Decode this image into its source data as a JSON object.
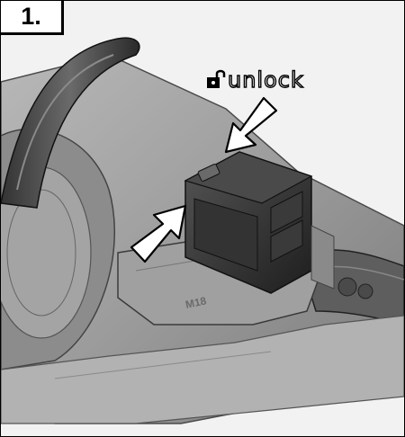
{
  "step": {
    "number_label": "1."
  },
  "callout": {
    "text": "unlock",
    "icon": "padlock-icon"
  },
  "device": {
    "brand_marking": "M18"
  },
  "colors": {
    "border": "#000000",
    "arrow_fill": "#ffffff",
    "body_gray": "#9a9a9a",
    "dark_gray": "#3a3a3a",
    "battery_dark": "#2b2b2b"
  }
}
